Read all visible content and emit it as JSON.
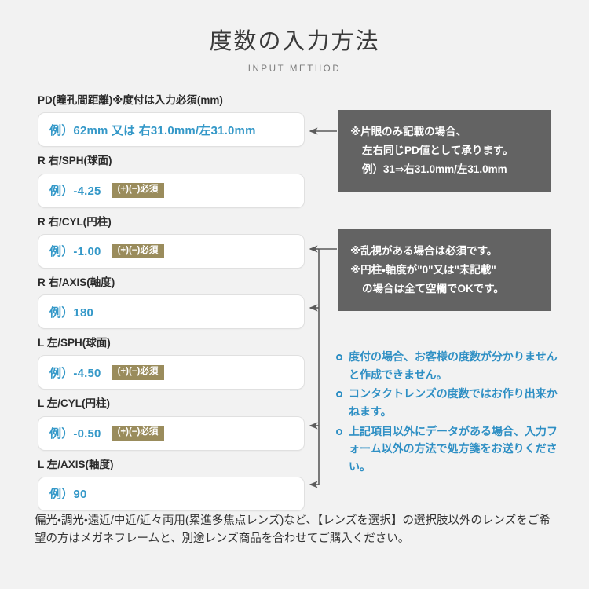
{
  "header": {
    "title": "度数の入力方法",
    "subtitle": "INPUT METHOD"
  },
  "colors": {
    "background": "#f2f2f2",
    "accent_blue": "#2e8fc4",
    "placeholder_blue": "#3498c8",
    "badge_khaki": "#9a8c5c",
    "note_gray": "#636363",
    "field_border": "#e0e0e0",
    "text_dark": "#333333"
  },
  "form": {
    "required_badge_label": "(+)(−)必須",
    "fields": [
      {
        "key": "pd",
        "label": "PD(瞳孔間距離)※度付は入力必須(mm)",
        "placeholder": "例）62mm 又は 右31.0mm/左31.0mm",
        "has_badge": false
      },
      {
        "key": "r-sph",
        "label": "R 右/SPH(球面)",
        "placeholder": "例）-4.25",
        "has_badge": true
      },
      {
        "key": "r-cyl",
        "label": "R 右/CYL(円柱)",
        "placeholder": "例）-1.00",
        "has_badge": true
      },
      {
        "key": "r-axis",
        "label": "R 右/AXIS(軸度)",
        "placeholder": "例）180",
        "has_badge": false
      },
      {
        "key": "l-sph",
        "label": "L 左/SPH(球面)",
        "placeholder": "例）-4.50",
        "has_badge": true
      },
      {
        "key": "l-cyl",
        "label": "L 左/CYL(円柱)",
        "placeholder": "例）-0.50",
        "has_badge": true
      },
      {
        "key": "l-axis",
        "label": "L 左/AXIS(軸度)",
        "placeholder": "例）90",
        "has_badge": false
      }
    ]
  },
  "notes": {
    "pd": {
      "lines": [
        {
          "text": "※片眼のみ記載の場合、",
          "indent": 0
        },
        {
          "text": "左右同じPD値として承ります。",
          "indent": 1
        },
        {
          "text": "例）31⇒右31.0mm/左31.0mm",
          "indent": 1
        }
      ]
    },
    "cyl": {
      "lines": [
        {
          "text": "※乱視がある場合は必須です。",
          "indent": 0
        },
        {
          "text": "※円柱・軸度が\"0\"又は\"未記載\"",
          "indent": 0
        },
        {
          "text": "の場合は全て空欄でOKです。",
          "indent": 1
        }
      ]
    }
  },
  "bullets": [
    "度付の場合、お客様の度数が分かりませんと作成できません。",
    "コンタクトレンズの度数ではお作り出来かねます。",
    "上記項目以外にデータがある場合、入力フォーム以外の方法で処方箋をお送りください。"
  ],
  "footer": {
    "text": "偏光・調光・遠近/中近/近々両用(累進多焦点レンズ)など、【レンズを選択】の選択肢以外のレンズをご希望の方はメガネフレームと、別途レンズ商品を合わせてご購入ください。"
  }
}
